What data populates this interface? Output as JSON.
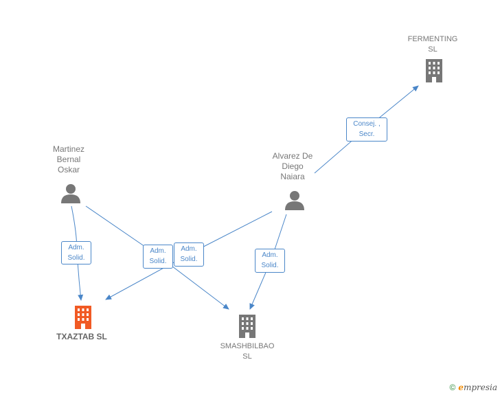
{
  "persons": [
    {
      "id": "martinez",
      "name": "Martinez\nBernal\nOskar"
    },
    {
      "id": "alvarez",
      "name": "Alvarez De\nDiego\nNaiara"
    }
  ],
  "companies": [
    {
      "id": "fermenting",
      "name": "FERMENTING\nSL",
      "main": false
    },
    {
      "id": "txaztab",
      "name": "TXAZTAB  SL",
      "main": true
    },
    {
      "id": "smashbilbao",
      "name": "SMASHBILBAO\nSL",
      "main": false
    }
  ],
  "edges": [
    {
      "from": "martinez",
      "to": "txaztab",
      "label": "Adm.\nSolid."
    },
    {
      "from": "martinez",
      "to": "smashbilbao",
      "label": "Adm.\nSolid."
    },
    {
      "from": "alvarez",
      "to": "txaztab",
      "label": "Adm.\nSolid."
    },
    {
      "from": "alvarez",
      "to": "smashbilbao",
      "label": "Adm.\nSolid."
    },
    {
      "from": "alvarez",
      "to": "fermenting",
      "label": "Consej. ,\nSecr."
    }
  ],
  "colors": {
    "edge": "#4a86c8",
    "main_company": "#f15a24",
    "company": "#777777",
    "person": "#777777"
  },
  "footer": {
    "copyright": "©",
    "brand_initial": "e",
    "brand_rest": "mpresia"
  }
}
